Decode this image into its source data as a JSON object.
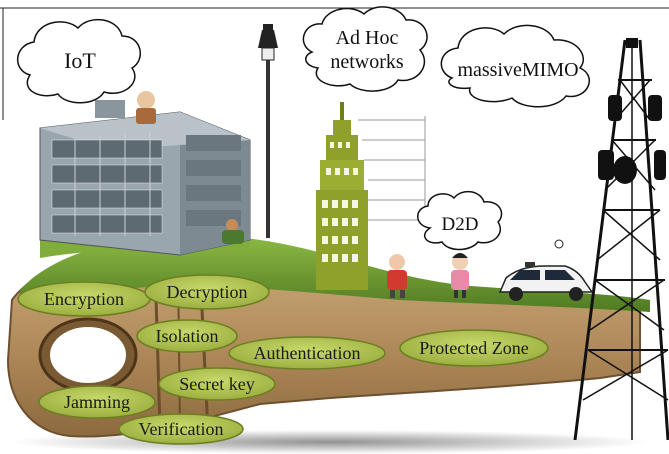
{
  "clouds": [
    {
      "id": "iot",
      "lines": [
        "IoT"
      ]
    },
    {
      "id": "adhoc",
      "lines": [
        "Ad Hoc",
        "networks"
      ]
    },
    {
      "id": "mimo",
      "lines": [
        "massiveMIMO"
      ]
    },
    {
      "id": "d2d",
      "lines": [
        "D2D"
      ]
    }
  ],
  "security_ovals": [
    {
      "id": "encryption",
      "label": "Encryption"
    },
    {
      "id": "decryption",
      "label": "Decryption"
    },
    {
      "id": "isolation",
      "label": "Isolation"
    },
    {
      "id": "authentication",
      "label": "Authentication"
    },
    {
      "id": "protected-zone",
      "label": "Protected Zone"
    },
    {
      "id": "secret-key",
      "label": "Secret key"
    },
    {
      "id": "jamming",
      "label": "Jamming"
    },
    {
      "id": "verification",
      "label": "Verification"
    }
  ],
  "colors": {
    "key_body": "#b08a5a",
    "key_dark": "#7a5a33",
    "grass": "#6f9a32",
    "oval_fill": "#a9bf4a",
    "oval_stroke": "#6c7f20",
    "skyscraper": "#8fa12a",
    "building": "#8a9aa6",
    "tower": "#111111"
  }
}
